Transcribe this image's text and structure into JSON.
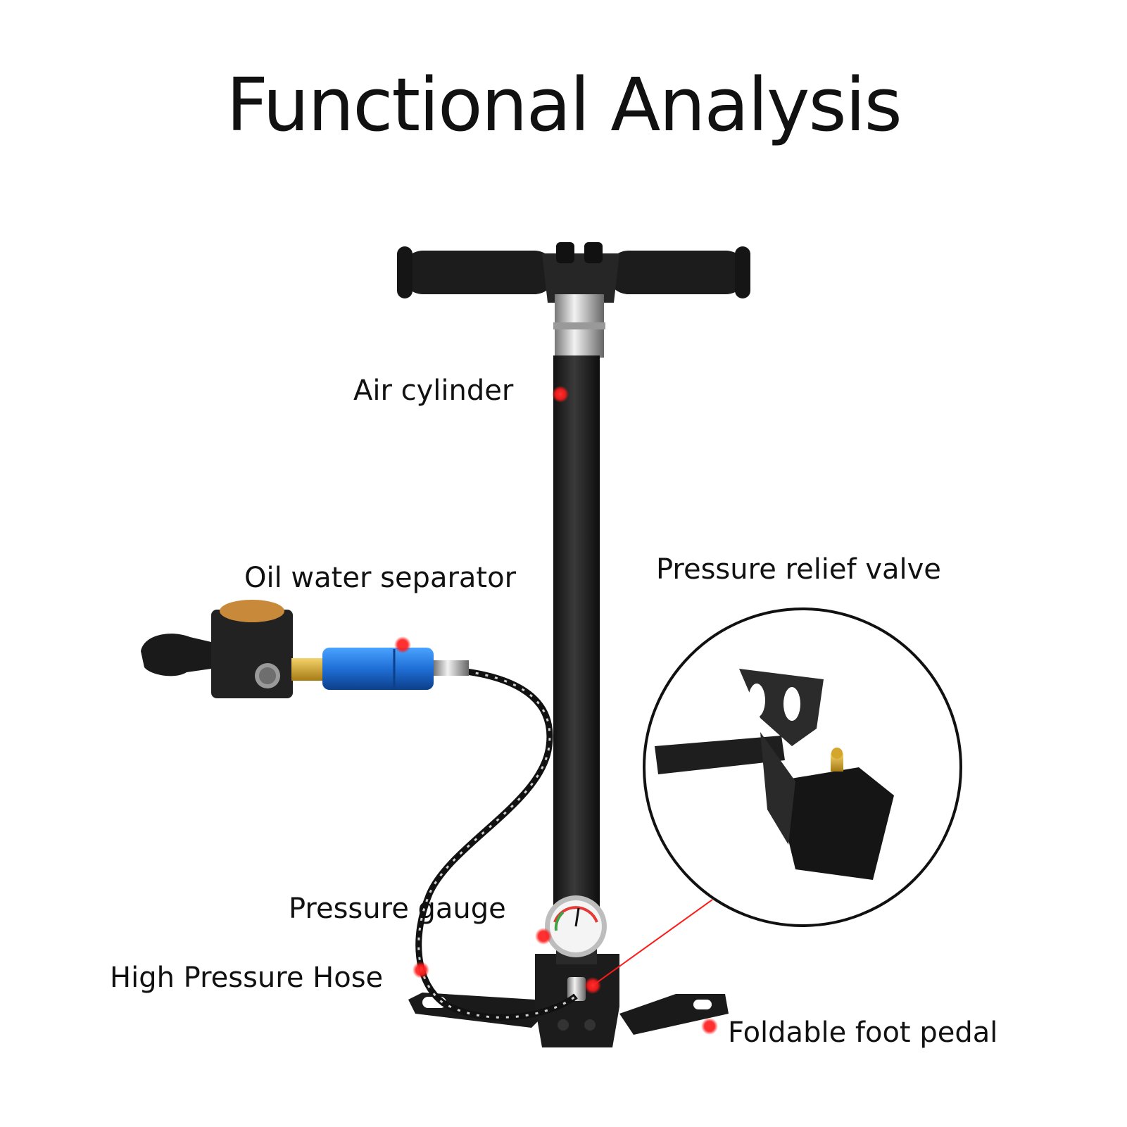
{
  "title": "Functional Analysis",
  "labels": {
    "air_cylinder": "Air cylinder",
    "oil_water_separator": "Oil water separator",
    "pressure_relief_valve": "Pressure relief valve",
    "pressure_gauge": "Pressure gauge",
    "high_pressure_hose": "High Pressure Hose",
    "foldable_foot_pedal": "Foldable foot pedal"
  },
  "colors": {
    "marker": "#ff1a1a",
    "pump_body": "#1e1e1e",
    "separator_blue": "#1f6fd6",
    "brass": "#d4a72c",
    "text": "#111111"
  }
}
